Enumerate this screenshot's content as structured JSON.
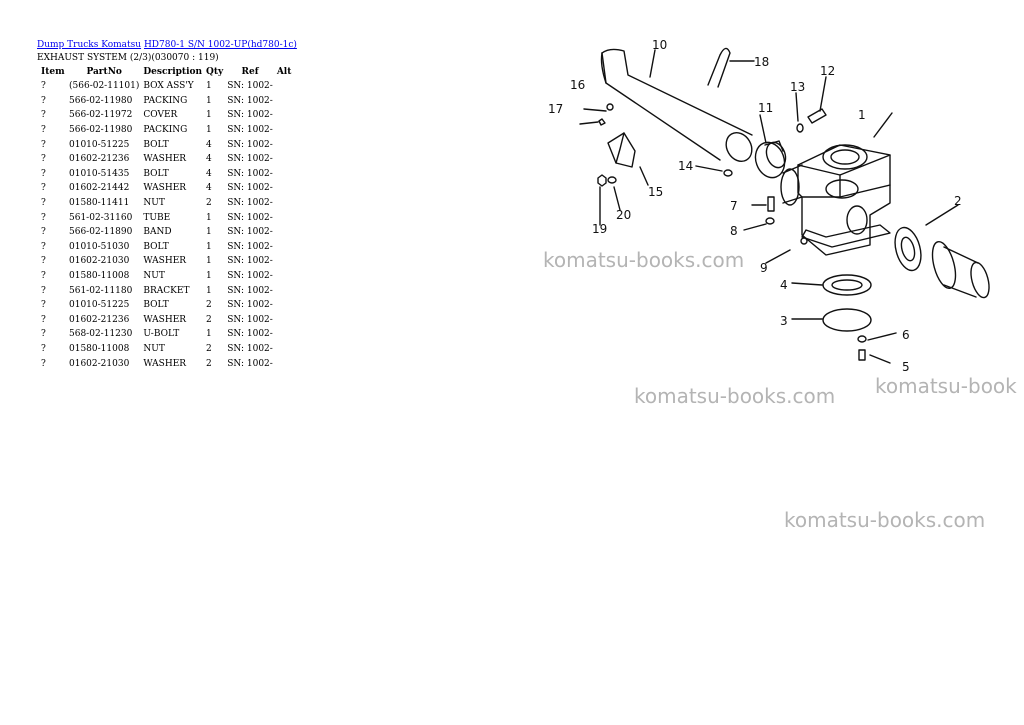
{
  "breadcrumb": {
    "link1": "Dump Trucks Komatsu",
    "link2": "HD780-1 S/N 1002-UP(hd780-1c)"
  },
  "subtitle": "EXHAUST SYSTEM (2/3)(030070 : 119)",
  "table": {
    "headers": [
      "Item",
      "PartNo",
      "Description",
      "Qty",
      "Ref",
      "Alt"
    ],
    "rows": [
      [
        "?",
        "(566-02-11101)",
        "BOX ASS'Y",
        "1",
        "SN: 1002-",
        ""
      ],
      [
        "?",
        "566-02-11980",
        "PACKING",
        "1",
        "SN: 1002-",
        ""
      ],
      [
        "?",
        "566-02-11972",
        "COVER",
        "1",
        "SN: 1002-",
        ""
      ],
      [
        "?",
        "566-02-11980",
        "PACKING",
        "1",
        "SN: 1002-",
        ""
      ],
      [
        "?",
        "01010-51225",
        "BOLT",
        "4",
        "SN: 1002-",
        ""
      ],
      [
        "?",
        "01602-21236",
        "WASHER",
        "4",
        "SN: 1002-",
        ""
      ],
      [
        "?",
        "01010-51435",
        "BOLT",
        "4",
        "SN: 1002-",
        ""
      ],
      [
        "?",
        "01602-21442",
        "WASHER",
        "4",
        "SN: 1002-",
        ""
      ],
      [
        "?",
        "01580-11411",
        "NUT",
        "2",
        "SN: 1002-",
        ""
      ],
      [
        "?",
        "561-02-31160",
        "TUBE",
        "1",
        "SN: 1002-",
        ""
      ],
      [
        "?",
        "566-02-11890",
        "BAND",
        "1",
        "SN: 1002-",
        ""
      ],
      [
        "?",
        "01010-51030",
        "BOLT",
        "1",
        "SN: 1002-",
        ""
      ],
      [
        "?",
        "01602-21030",
        "WASHER",
        "1",
        "SN: 1002-",
        ""
      ],
      [
        "?",
        "01580-11008",
        "NUT",
        "1",
        "SN: 1002-",
        ""
      ],
      [
        "?",
        "561-02-11180",
        "BRACKET",
        "1",
        "SN: 1002-",
        ""
      ],
      [
        "?",
        "01010-51225",
        "BOLT",
        "2",
        "SN: 1002-",
        ""
      ],
      [
        "?",
        "01602-21236",
        "WASHER",
        "2",
        "SN: 1002-",
        ""
      ],
      [
        "?",
        "568-02-11230",
        "U-BOLT",
        "1",
        "SN: 1002-",
        ""
      ],
      [
        "?",
        "01580-11008",
        "NUT",
        "2",
        "SN: 1002-",
        ""
      ],
      [
        "?",
        "01602-21030",
        "WASHER",
        "2",
        "SN: 1002-",
        ""
      ]
    ]
  },
  "diagram": {
    "callouts": [
      "1",
      "2",
      "3",
      "4",
      "5",
      "6",
      "7",
      "8",
      "9",
      "10",
      "11",
      "12",
      "13",
      "14",
      "15",
      "16",
      "17",
      "18",
      "19",
      "20"
    ]
  },
  "watermarks": [
    "komatsu-books.com",
    "komatsu-books.com",
    "komatsu-book",
    "komatsu-books.com"
  ]
}
